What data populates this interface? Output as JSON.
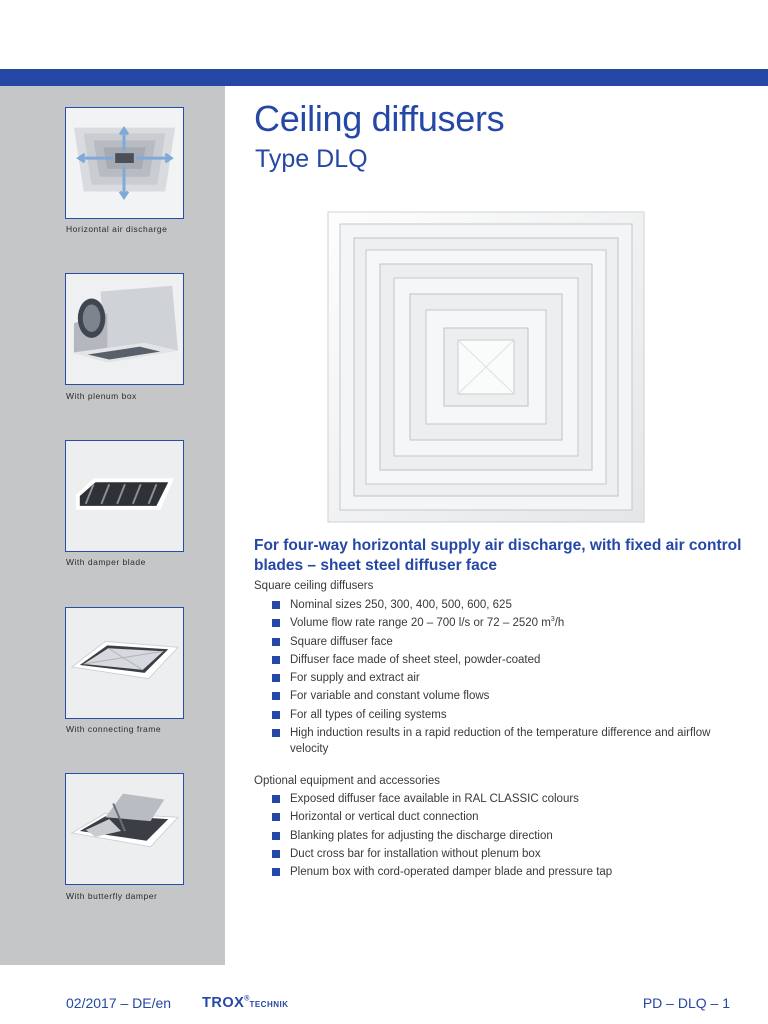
{
  "header": {
    "title": "Ceiling diffusers",
    "subtitle": "Type DLQ"
  },
  "sidebar": {
    "items": [
      {
        "caption": "Horizontal air discharge",
        "icon": "horizontal-air-discharge-illustration"
      },
      {
        "caption": "With plenum box",
        "icon": "plenum-box-photo"
      },
      {
        "caption": "With damper blade",
        "icon": "damper-blade-photo"
      },
      {
        "caption": "With connecting frame",
        "icon": "connecting-frame-photo"
      },
      {
        "caption": "With butterfly damper",
        "icon": "butterfly-damper-photo"
      }
    ]
  },
  "main": {
    "lead": "For four-way horizontal supply air discharge, with fixed air control blades – sheet steel diffuser face",
    "features": {
      "label": "Square ceiling diffusers",
      "items": [
        "Nominal sizes 250, 300, 400, 500, 600, 625",
        "Volume flow rate range 20 – 700 l/s or 72 – 2520 m",
        "Square diffuser face",
        "Diffuser face made of sheet steel, powder-coated",
        "For supply and extract air",
        "For variable and constant volume flows",
        "For all types of ceiling systems",
        "High induction results in a rapid reduction of the temperature difference and airflow velocity"
      ],
      "unit_exponent": "3",
      "unit_suffix": "/h"
    },
    "options": {
      "label": "Optional equipment and accessories",
      "items": [
        "Exposed diffuser face available in RAL CLASSIC colours",
        "Horizontal or vertical duct connection",
        "Blanking plates for adjusting the discharge direction",
        "Duct cross bar for installation without plenum box",
        "Plenum box with cord-operated damper blade and pressure tap"
      ]
    }
  },
  "footer": {
    "date_lang": "02/2017 – DE/en",
    "brand": "TROX",
    "brand_mark": "®",
    "brand_suffix": "TECHNIK",
    "page_ref": "PD – DLQ – 1"
  },
  "colors": {
    "accent": "#2547a6",
    "sidebar_bg": "#c5c6c8",
    "text": "#3a3a3a"
  }
}
